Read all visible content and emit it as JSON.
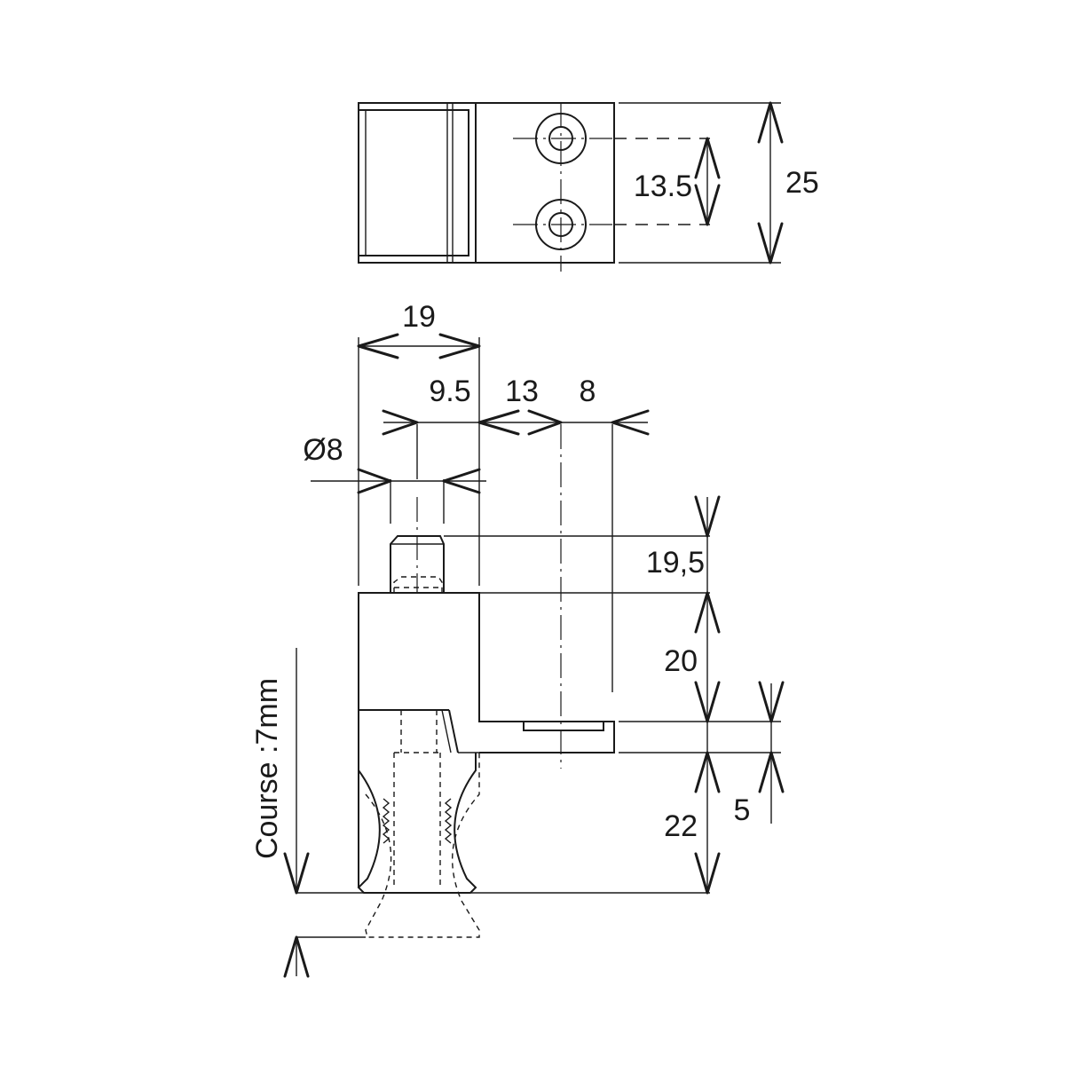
{
  "dimensions": {
    "top_width": "25",
    "hole_spacing": "13.5",
    "overall_width": "19",
    "pin_offset": "9.5",
    "gap": "13",
    "slot_width": "8",
    "pin_diameter": "Ø8",
    "pin_height": "19,5",
    "body_height": "20",
    "plate_thickness": "5",
    "knob_height": "22",
    "stroke": "Course :7mm"
  },
  "colors": {
    "line": "#1a1a1a",
    "background": "#ffffff"
  }
}
